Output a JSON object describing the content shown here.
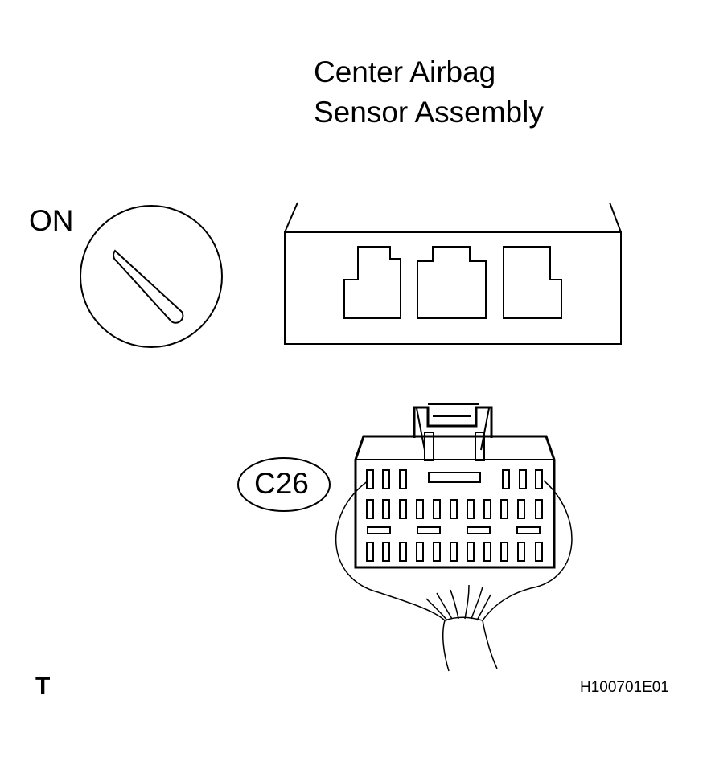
{
  "component": {
    "line1": "Center Airbag",
    "line2": "Sensor Assembly"
  },
  "ignition": {
    "position": "ON"
  },
  "connector": {
    "id": "C26"
  },
  "corner_mark": "T",
  "figure_code": "H100701E01"
}
